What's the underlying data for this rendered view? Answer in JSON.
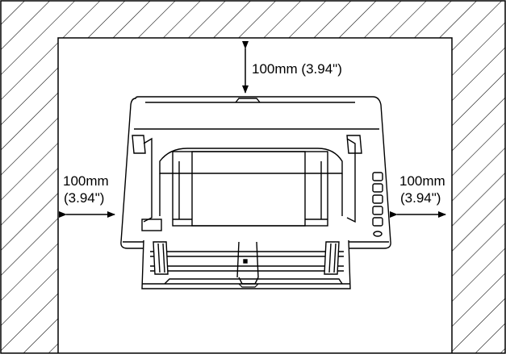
{
  "diagram": {
    "clearance_top": "100mm (3.94\")",
    "clearance_left": {
      "line1": "100mm",
      "line2": "(3.94\")"
    },
    "clearance_right": {
      "line1": "100mm",
      "line2": "(3.94\")"
    }
  },
  "colors": {
    "stroke": "#000000",
    "background": "#ffffff"
  }
}
